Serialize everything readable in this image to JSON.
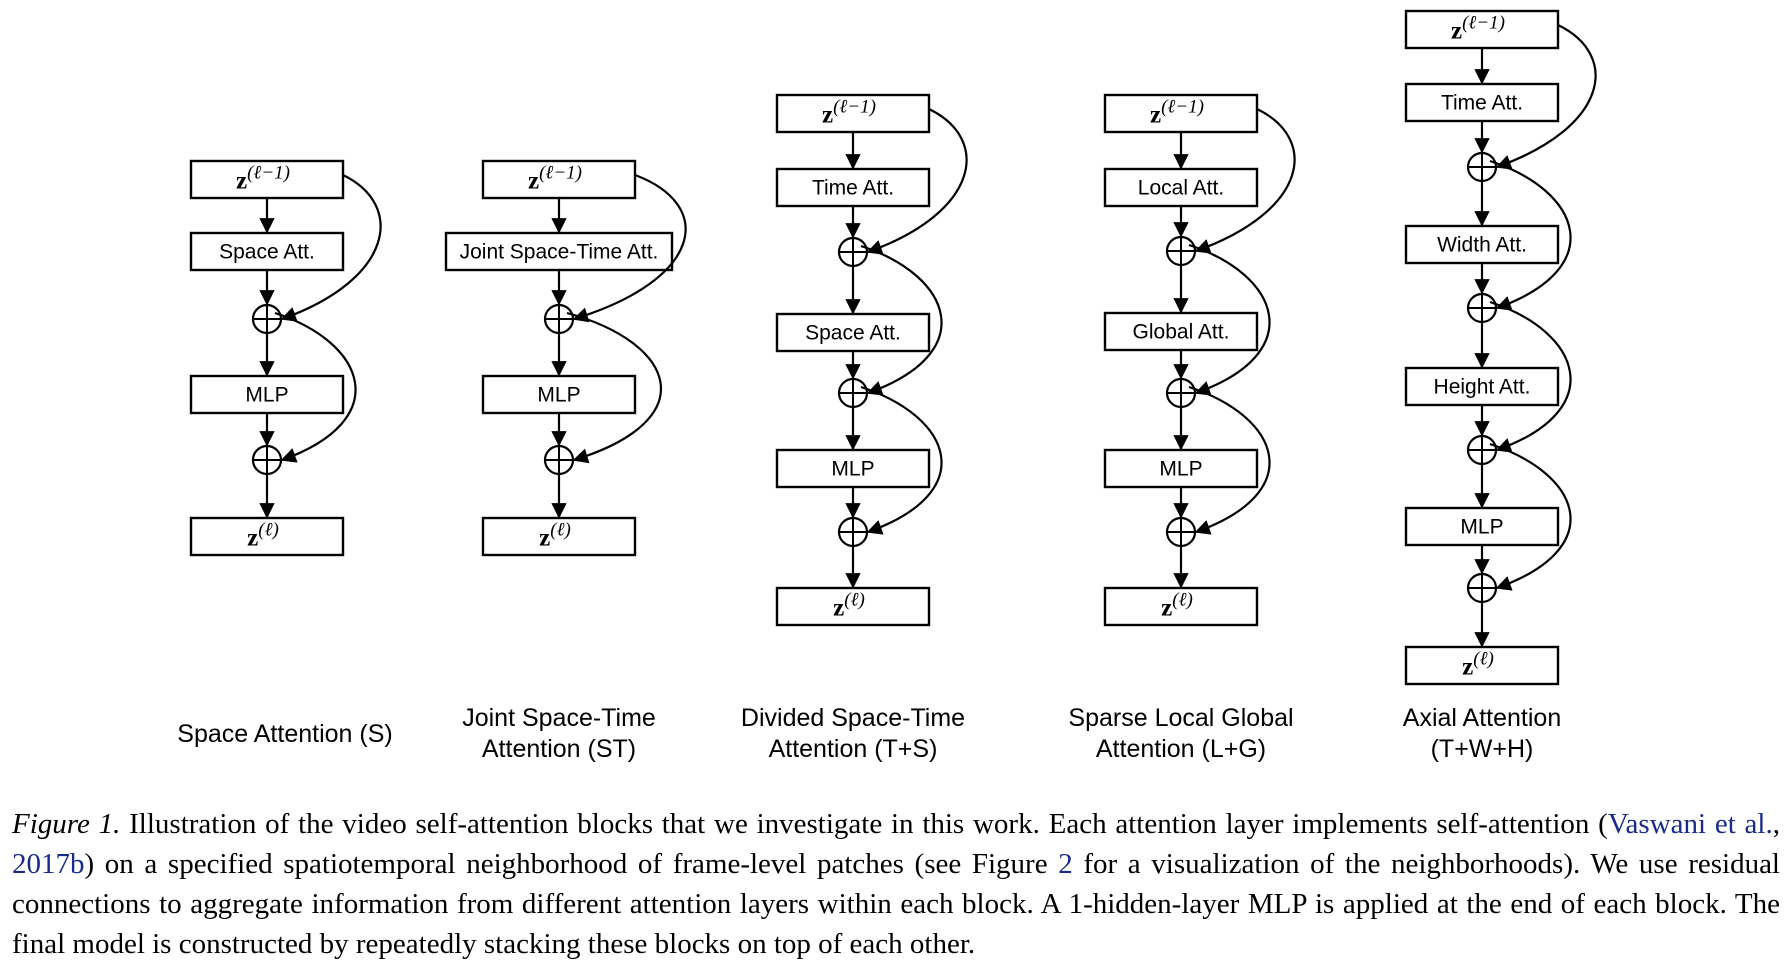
{
  "diagram": {
    "input_label": "z",
    "input_superscript": "(ℓ−1)",
    "output_label": "z",
    "output_superscript": "(ℓ)",
    "arrow_color": "#000000",
    "columns": [
      {
        "id": "space",
        "title_lines": [
          "Space Attention (S)"
        ],
        "layers": [
          "Space Att.",
          "MLP"
        ]
      },
      {
        "id": "joint",
        "title_lines": [
          "Joint Space-Time",
          "Attention (ST)"
        ],
        "layers": [
          "Joint Space-Time Att.",
          "MLP"
        ]
      },
      {
        "id": "divided",
        "title_lines": [
          "Divided Space-Time",
          "Attention (T+S)"
        ],
        "layers": [
          "Time Att.",
          "Space Att.",
          "MLP"
        ]
      },
      {
        "id": "sparse",
        "title_lines": [
          "Sparse Local Global",
          "Attention (L+G)"
        ],
        "layers": [
          "Local Att.",
          "Global Att.",
          "MLP"
        ]
      },
      {
        "id": "axial",
        "title_lines": [
          "Axial Attention",
          "(T+W+H)"
        ],
        "layers": [
          "Time Att.",
          "Width Att.",
          "Height Att.",
          "MLP"
        ]
      }
    ]
  },
  "caption": {
    "figure_label": "Figure 1.",
    "text_1": " Illustration of the video self-attention blocks that we investigate in this work.  Each attention layer implements self-attention (",
    "citation_author": "Vaswani et al.",
    "citation_sep": ", ",
    "citation_year": "2017b",
    "text_2": ") on a specified spatiotemporal neighborhood of frame-level patches (see Figure ",
    "figure_ref": "2",
    "text_3": " for a visualization of the neighborhoods). We use residual connections to aggregate information from different attention layers within each block. A 1-hidden-layer MLP is applied at the end of each block. The final model is constructed by repeatedly stacking these blocks on top of each other.",
    "link_color": "#1a2b8c"
  }
}
